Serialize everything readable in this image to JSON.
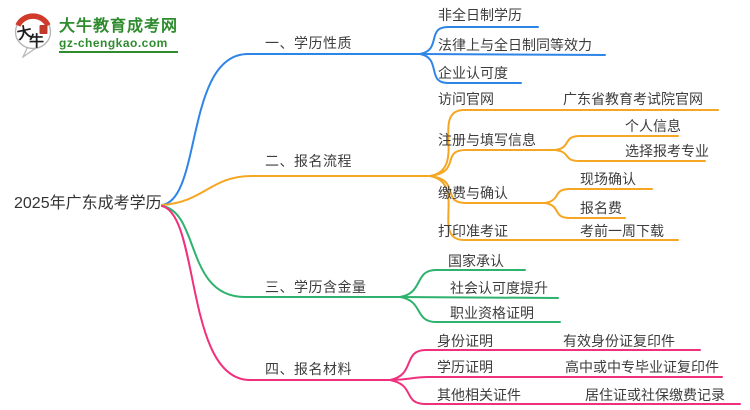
{
  "colors": {
    "branch1": "#2e85e8",
    "branch2": "#f5a623",
    "branch3": "#2eb26e",
    "branch4": "#f0307c",
    "logo_green": "#2e8b2e",
    "logo_red": "#cf3a2b",
    "text": "#3d3d3d"
  },
  "logo": {
    "title": "大牛教育成考网",
    "domain": "gz-chengkao.com",
    "icon_text_1": "大",
    "icon_text_2": "牛"
  },
  "central_topic": "2025年广东成考学历",
  "branches": [
    {
      "label": "一、学历性质",
      "children": [
        {
          "label": "非全日制学历"
        },
        {
          "label": "法律上与全日制同等效力"
        },
        {
          "label": "企业认可度"
        }
      ]
    },
    {
      "label": "二、报名流程",
      "children": [
        {
          "label": "访问官网",
          "children": [
            {
              "label": "广东省教育考试院官网"
            }
          ]
        },
        {
          "label": "注册与填写信息",
          "children": [
            {
              "label": "个人信息"
            },
            {
              "label": "选择报考专业"
            }
          ]
        },
        {
          "label": "缴费与确认",
          "children": [
            {
              "label": "现场确认"
            },
            {
              "label": "报名费"
            }
          ]
        },
        {
          "label": "打印准考证",
          "children": [
            {
              "label": "考前一周下载"
            }
          ]
        }
      ]
    },
    {
      "label": "三、学历含金量",
      "children": [
        {
          "label": "国家承认"
        },
        {
          "label": "社会认可度提升"
        },
        {
          "label": "职业资格证明"
        }
      ]
    },
    {
      "label": "四、报名材料",
      "children": [
        {
          "label": "身份证明",
          "children": [
            {
              "label": "有效身份证复印件"
            }
          ]
        },
        {
          "label": "学历证明",
          "children": [
            {
              "label": "高中或中专毕业证复印件"
            }
          ]
        },
        {
          "label": "其他相关证件",
          "children": [
            {
              "label": "居住证或社保缴费记录"
            }
          ]
        }
      ]
    }
  ]
}
